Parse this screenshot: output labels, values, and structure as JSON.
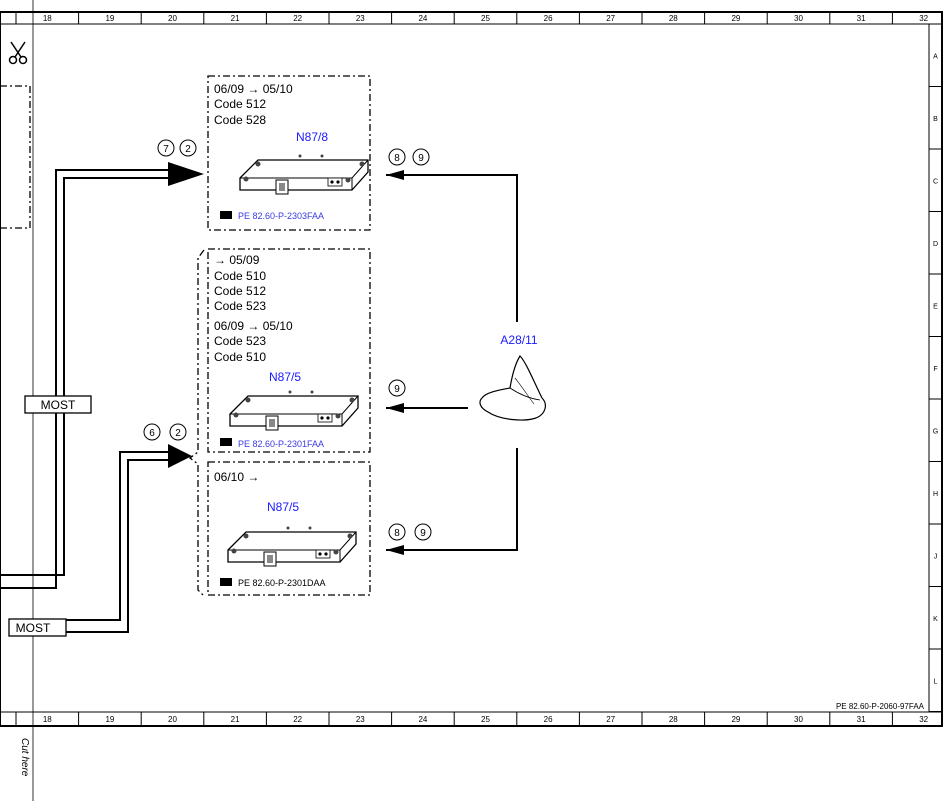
{
  "columns": [
    "18",
    "19",
    "20",
    "21",
    "22",
    "23",
    "24",
    "25",
    "26",
    "27",
    "28",
    "29",
    "30",
    "31",
    "32"
  ],
  "rows": [
    "A",
    "B",
    "C",
    "D",
    "E",
    "F",
    "G",
    "H",
    "J",
    "K",
    "L"
  ],
  "frame_ref": "PE 82.60-P-2060-97FAA",
  "cut_text": "Cut here",
  "most_labels": [
    "MOST",
    "MOST"
  ],
  "box1": {
    "lines": [
      "06/09 → 05/10",
      "Code 512",
      "Code 528"
    ],
    "title": "N87/8",
    "ref": "PE 82.60-P-2303FAA",
    "callouts_in": [
      "7",
      "2"
    ],
    "callouts_out": [
      "8",
      "9"
    ]
  },
  "box2": {
    "lines": [
      "→ 05/09",
      "Code 510",
      "Code 512",
      "Code 523",
      "06/09 → 05/10",
      "Code 523",
      "Code 510"
    ],
    "title": "N87/5",
    "ref": "PE 82.60-P-2301FAA",
    "callouts_out": [
      "9"
    ]
  },
  "box3": {
    "lines": [
      "06/10 →"
    ],
    "title": "N87/5",
    "ref": "PE 82.60-P-2301DAA",
    "callouts_out": [
      "8",
      "9"
    ]
  },
  "lower_callouts_in": [
    "6",
    "2"
  ],
  "antenna": {
    "title": "A28/11"
  }
}
